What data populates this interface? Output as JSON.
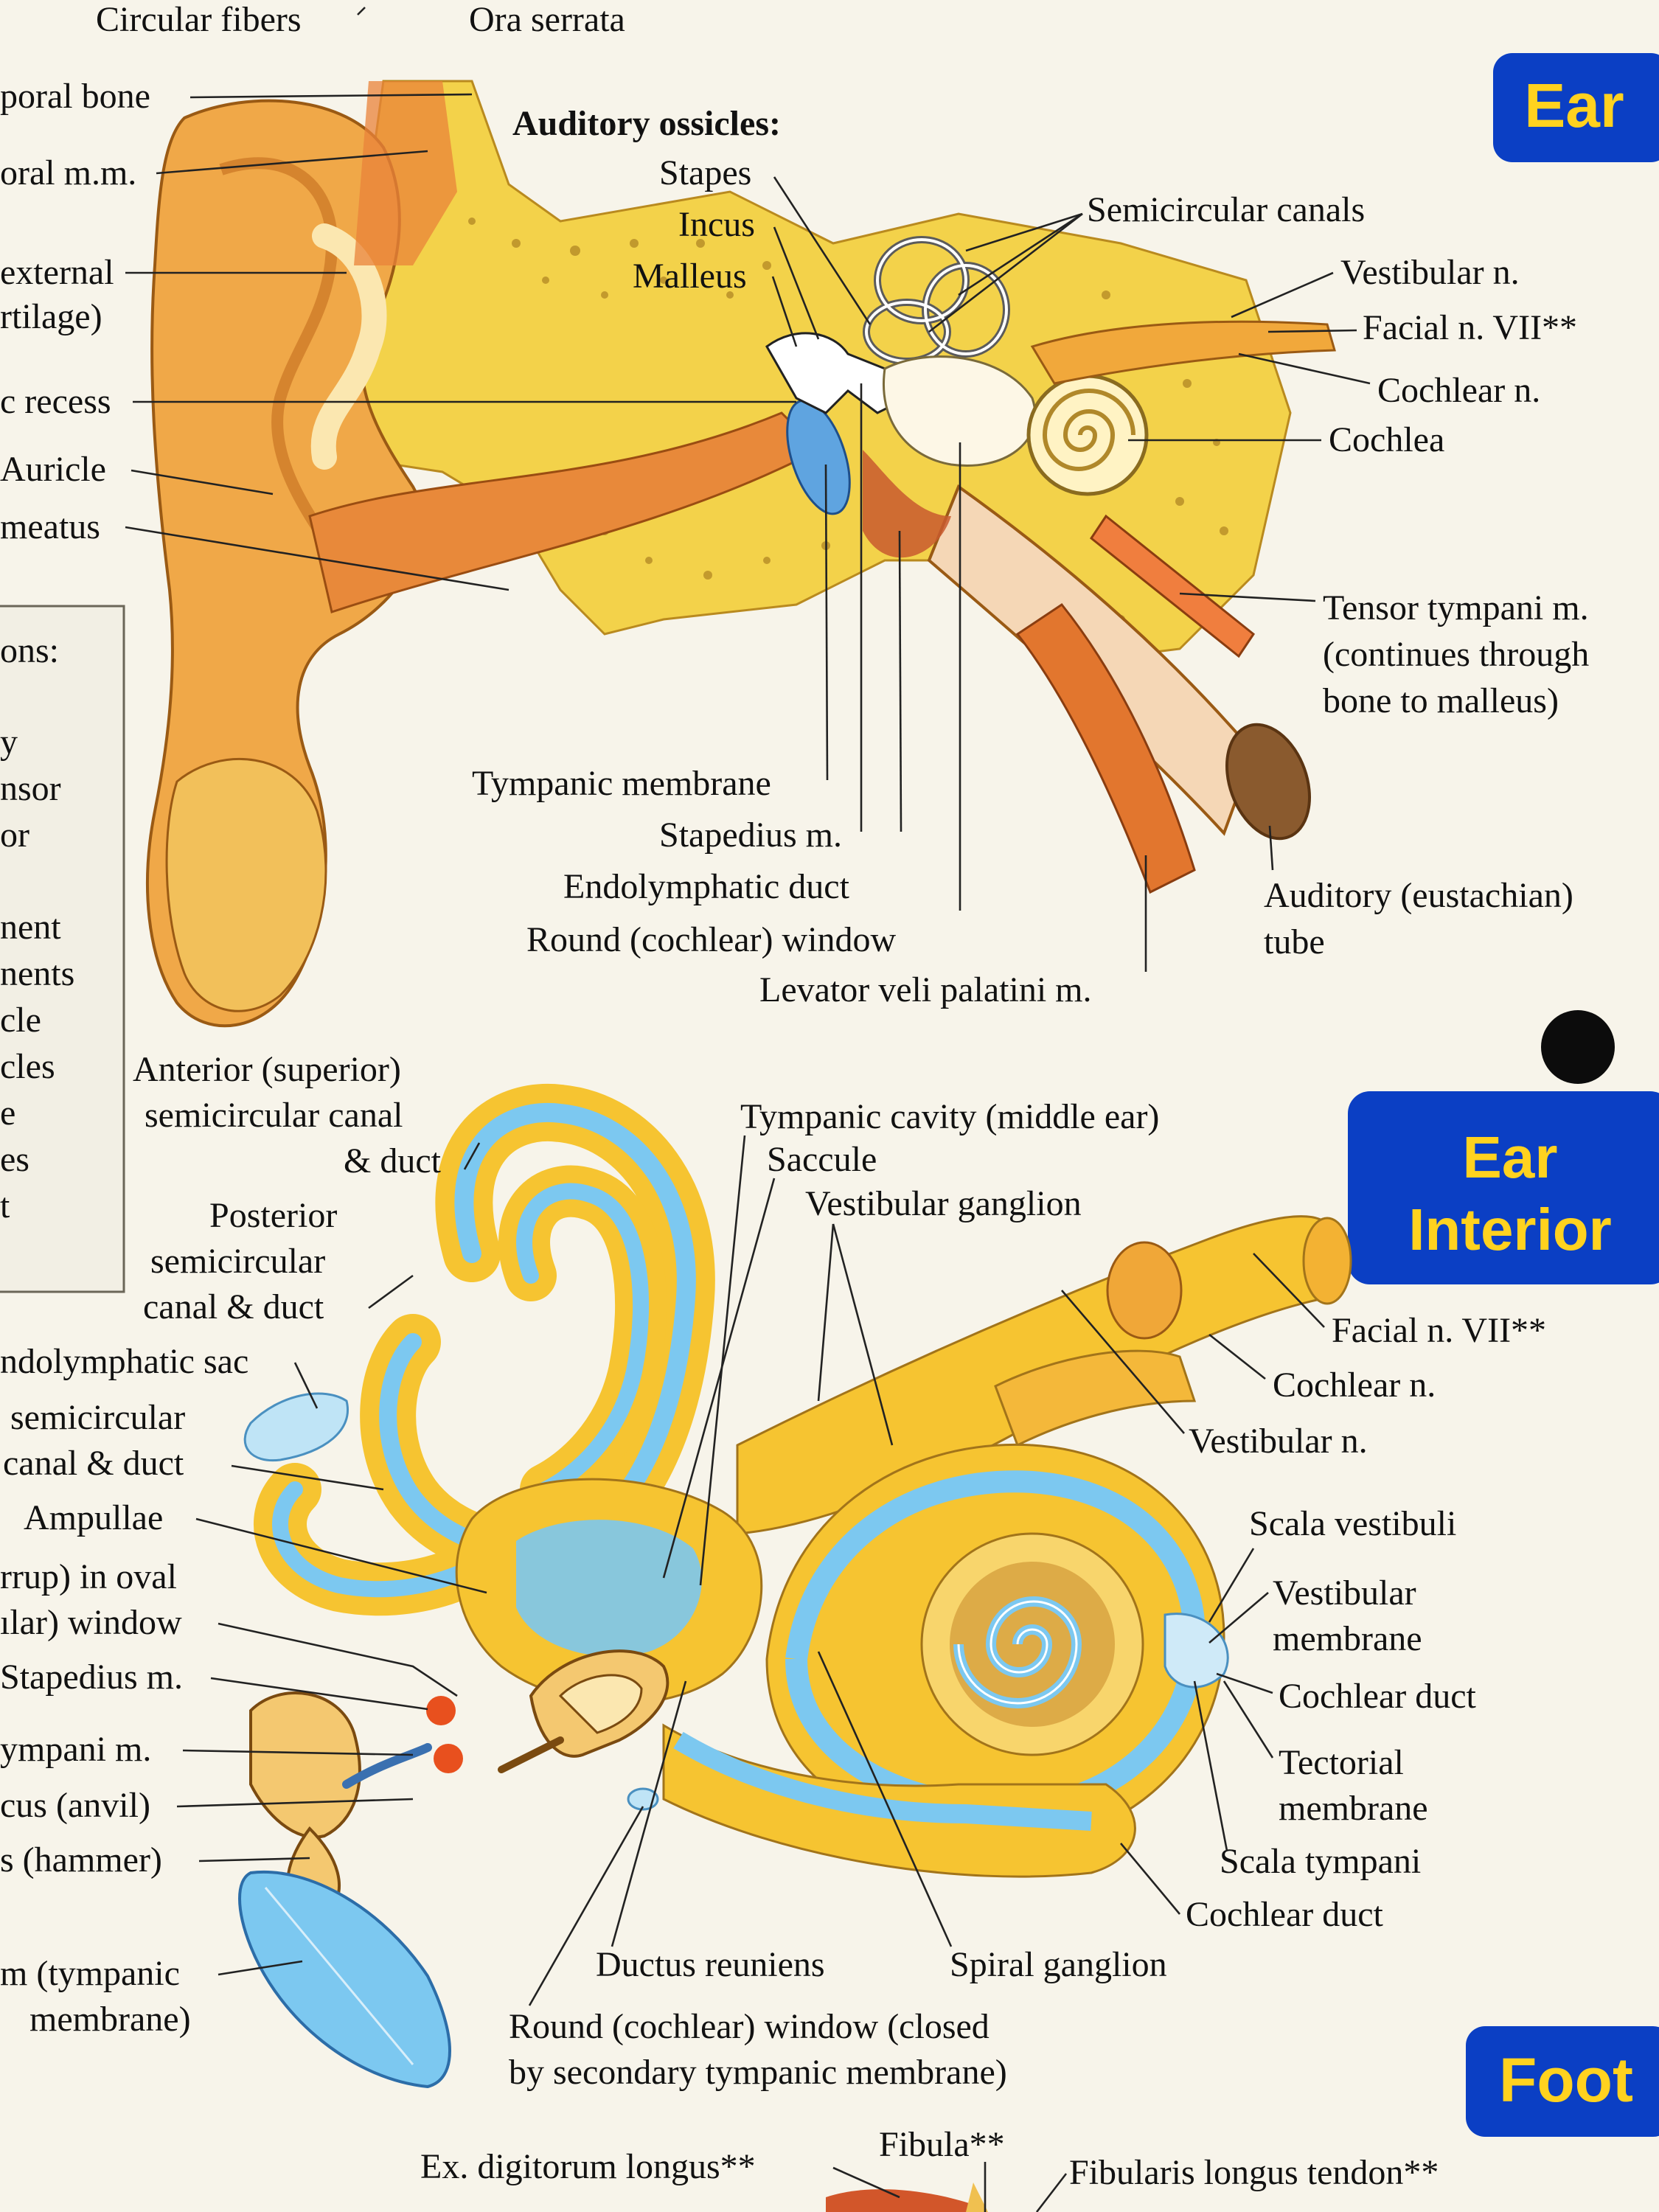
{
  "tabs": {
    "ear": "Ear",
    "ear_interior_line1": "Ear",
    "ear_interior_line2": "Interior",
    "foot": "Foot"
  },
  "colors": {
    "tab_blue": "#0b3fc4",
    "tab_text": "#ffd21f",
    "bone": "#f3d24a",
    "cartilage": "#f0a848",
    "endolymph_blue": "#7cc8f0",
    "nerve_yellow": "#f6c431"
  },
  "top_labels": {
    "circular_fibers": "Circular fibers",
    "ora_serrata": "Ora serrata"
  },
  "ear_labels": {
    "temporal_bone": "poral bone",
    "temporal_mm": "oral m.m.",
    "external_line1": "external",
    "external_line2": "rtilage)",
    "recess": "c recess",
    "auricle": "Auricle",
    "meatus": "meatus",
    "auditory_ossicles": "Auditory ossicles:",
    "stapes": "Stapes",
    "incus": "Incus",
    "malleus": "Malleus",
    "semicircular_canals": "Semicircular canals",
    "vestibular_n": "Vestibular n.",
    "facial_n": "Facial n. VII**",
    "cochlear_n": "Cochlear n.",
    "cochlea": "Cochlea",
    "tensor_line1": "Tensor tympani m.",
    "tensor_line2": "(continues through",
    "tensor_line3": "bone to malleus)",
    "tympanic_membrane": "Tympanic membrane",
    "stapedius": "Stapedius m.",
    "endolymphatic_duct": "Endolymphatic duct",
    "round_window": "Round (cochlear) window",
    "levator": "Levator veli palatini m.",
    "auditory_tube_line1": "Auditory (eustachian)",
    "auditory_tube_line2": "tube"
  },
  "legend_box": {
    "heading": "ons:",
    "lines": [
      "y",
      "nsor",
      "or",
      "",
      "nent",
      "nents",
      "cle",
      "cles",
      "e",
      "es",
      "t"
    ]
  },
  "interior_labels": {
    "anterior_line1": "Anterior (superior)",
    "anterior_line2": "semicircular canal",
    "anterior_line3": "& duct",
    "posterior_line1": "Posterior",
    "posterior_line2": "semicircular",
    "posterior_line3": "canal & duct",
    "endolymphatic_sac": "ndolymphatic sac",
    "lateral_line1": "semicircular",
    "lateral_line2": "canal & duct",
    "ampullae": "Ampullae",
    "stirrup_line1": "rrup) in oval",
    "stirrup_line2": "ılar) window",
    "stapedius": "Stapedius m.",
    "tympani": "ympani m.",
    "incus_anvil": "cus (anvil)",
    "hammer": "s (hammer)",
    "eardrum_line1": "m (tympanic",
    "eardrum_line2": "membrane)",
    "tympanic_cavity": "Tympanic cavity (middle ear)",
    "saccule": "Saccule",
    "vestibular_ganglion": "Vestibular ganglion",
    "facial_n": "Facial n. VII**",
    "cochlear_n": "Cochlear n.",
    "vestibular_n": "Vestibular n.",
    "scala_vestibuli": "Scala vestibuli",
    "vestibular_membrane_line1": "Vestibular",
    "vestibular_membrane_line2": "membrane",
    "cochlear_duct": "Cochlear duct",
    "tectorial_line1": "Tectorial",
    "tectorial_line2": "membrane",
    "scala_tympani": "Scala tympani",
    "cochlear_duct_2": "Cochlear duct",
    "ductus_reuniens": "Ductus reuniens",
    "spiral_ganglion": "Spiral ganglion",
    "round_window_line1": "Round (cochlear) window (closed",
    "round_window_line2": "by secondary tympanic membrane)"
  },
  "foot_labels": {
    "ex_digitorum": "Ex. digitorum longus**",
    "fibula": "Fibula**",
    "fibularis_longus": "Fibularis longus tendon**"
  }
}
